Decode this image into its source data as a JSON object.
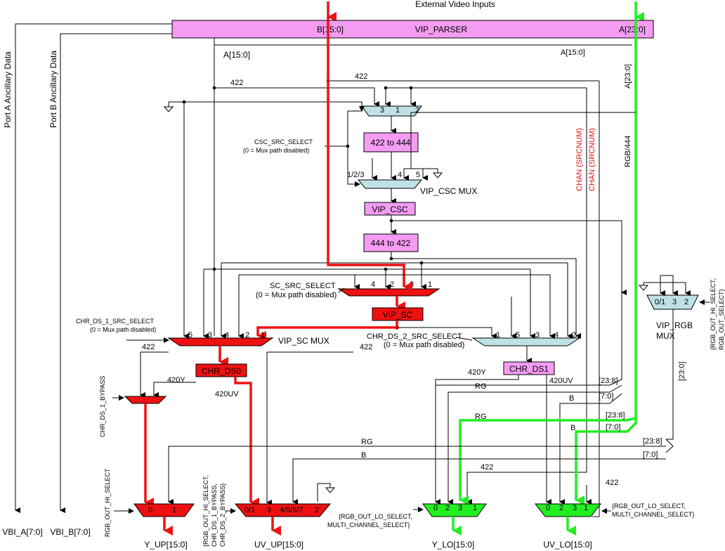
{
  "header": {
    "title": "External Video Inputs",
    "parser": {
      "label": "VIP_PARSER",
      "port_b": "B[15:0]",
      "port_a": "A[23:0]"
    }
  },
  "ancillary": {
    "port_a_label": "Port A Ancillary Data",
    "port_b_label": "Port B Ancillary Data",
    "vbi_a": "VBI_A[7:0]",
    "vbi_b": "VBI_B[7:0]"
  },
  "blocks": {
    "b422to444": "422 to 444",
    "vip_csc": "VIP_CSC",
    "b444to422": "444 to 422",
    "vip_sc": "VIP_SC",
    "chr_ds0": "CHR_DS0",
    "chr_ds1": "CHR_DS1"
  },
  "muxes": {
    "top_inputs": [
      "3",
      "1",
      "2"
    ],
    "csc_mux_label": "VIP_CSC MUX",
    "csc_mux_inputs": [
      "1/2/3",
      "4",
      "5"
    ],
    "sc_mux_top_inputs": [
      "4",
      "2",
      "3",
      "1"
    ],
    "vip_sc_mux_label": "VIP_SC MUX",
    "vip_sc_mux_inputs": [
      "5",
      "3",
      "4",
      "2",
      "1"
    ],
    "ds2_mux_inputs": [
      "1",
      "5",
      "3",
      "4",
      "2"
    ],
    "rgb_mux_label_1": "VIP_RGB",
    "rgb_mux_label_2": "MUX",
    "rgb_mux_inputs": [
      "0/1",
      "3",
      "2"
    ],
    "y_up_inputs": [
      "0",
      "1"
    ],
    "uv_up_inputs": [
      "0/1",
      "3",
      "4/5/6/7",
      "2"
    ],
    "y_lo_inputs": [
      "0",
      "2",
      "3",
      "1"
    ],
    "uv_lo_inputs": [
      "0",
      "2",
      "3",
      "1"
    ]
  },
  "selects": {
    "csc_src_1": "CSC_SRC_SELECT",
    "csc_src_2": "(0 = Mux path disabled)",
    "sc_src_1": "SC_SRC_SELECT",
    "sc_src_2": "(0 = Mux path disabled)",
    "chr_ds_1_src_1": "CHR_DS_1_SRC_SELECT",
    "chr_ds_1_src_2": "(0 = Mux path disabled)",
    "chr_ds_2_src_1": "CHR_DS_2_SRC_SELECT",
    "chr_ds_2_src_2": "(0 = Mux path disabled)",
    "chr_ds_1_bypass": "CHR_DS_1_BYPASS",
    "rgb_out_hi": "RGB_OUT_HI_SELECT",
    "uv_up_sel_1": "{RGB_OUT_HI_SELECT,",
    "uv_up_sel_2": "CHR_DS_1_BYPASS,",
    "uv_up_sel_3": "CHR_DS_2_BYPASS}",
    "lo_sel_1": "{RGB_OUT_LO_SELECT,",
    "lo_sel_2": "MULTI_CHANNEL_SELECT}",
    "lo2_sel_1": "{RGB_OUT_LO_SELECT,",
    "lo2_sel_2": "MULTI_CHANNEL_SELECT}",
    "rgb_mux_sel_1": "{RGB_OUT_HI_SELECT,",
    "rgb_mux_sel_2": "RGB_OUT_SELECT}"
  },
  "signals": {
    "a15_left": "A[15:0]",
    "a15_right": "A[15:0]",
    "a23_vertical": "A[23:0]",
    "rgb444": "RGB/444",
    "s422_a": "422",
    "s422_b": "422",
    "s422_c": "422",
    "s422_d": "422",
    "s422_e": "422",
    "s422_f": "422",
    "chan1": "CHAN (SRCNUM)",
    "chan2": "CHAN (SRCNUM)",
    "s420y_a": "420Y",
    "s420uv_a": "420UV",
    "s420y_b": "420Y",
    "s420uv_b": "420UV",
    "rg_a": "RG",
    "rg_b": "RG",
    "rg_c": "RG",
    "b_a": "B",
    "b_b": "B",
    "b_c": "B",
    "bits23_8_a": "[23:8]",
    "bits7_0_a": "[7:0]",
    "bits23_8_b": "[23:8]",
    "bits7_0_b": "[7:0]",
    "bits23_8_c": "[23:8]",
    "bits7_0_c": "[7:0]",
    "bits23_0": "[23:0]"
  },
  "outputs": {
    "y_up": "Y_UP[15:0]",
    "uv_up": "UV_UP[15:0]",
    "y_lo": "Y_LO[15:0]",
    "uv_lo": "UV_LO[15:0]"
  },
  "colors": {
    "pink_block": "#f49cf2",
    "red_path": "#ee1111",
    "green_path": "#22ee22",
    "cyan_mux": "#bfe1e6"
  }
}
